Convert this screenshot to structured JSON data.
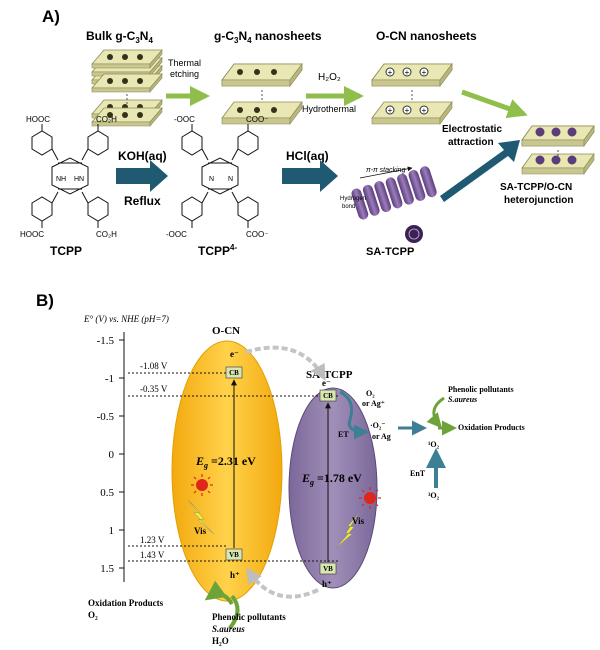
{
  "panelA": {
    "label": "A)",
    "stages": {
      "bulk": {
        "text": "Bulk g-C",
        "sub1": "3",
        "mid": "N",
        "sub2": "4"
      },
      "nanosheets": {
        "text": "g-C",
        "sub1": "3",
        "mid": "N",
        "sub2": "4",
        "tail": " nanosheets"
      },
      "ocn": "O-CN nanosheets"
    },
    "steps": {
      "thermal1": "Thermal",
      "thermal2": "etching",
      "h2o2": "H₂O₂",
      "hydrothermal": "Hydrothermal",
      "koh": "KOH(aq)",
      "reflux": "Reflux",
      "hcl": "HCl(aq)",
      "electrostatic1": "Electrostatic",
      "electrostatic2": "attraction"
    },
    "molecules": {
      "tcpp": "TCPP",
      "tcpp4_base": "TCPP",
      "tcpp4_sup": "4-",
      "cooh": "CO₂H",
      "hooc": "HOOC",
      "coo_minus": "COO⁻",
      "ooc_minus": "-OOC",
      "nh": "NH",
      "hn": "HN",
      "n": "N"
    },
    "satcpp": {
      "label": "SA-TCPP",
      "stacking": "π-π stacking",
      "hbond1": "Hydrogen",
      "hbond2": "bond"
    },
    "product1": "SA-TCPP/O-CN",
    "product2": "heterojunction"
  },
  "panelB": {
    "label": "B)",
    "axis_title": "E° (V) vs. NHE (pH=7)",
    "ticks": [
      "-1.5",
      "-1",
      "-0.5",
      "0",
      "0.5",
      "1",
      "1.5"
    ],
    "ocn": {
      "name": "O-CN",
      "cb_potential": "-1.08 V",
      "vb_potential": "1.43 V",
      "h2o_potential": "1.23 V",
      "gap_E": "E",
      "gap_sub": "g",
      "gap_value": " =2.31 eV",
      "cb": "CB",
      "vb": "VB",
      "electron": "e⁻",
      "hole": "h⁺",
      "vis": "Vis"
    },
    "satcpp": {
      "name": "SA-TCPP",
      "cb_potential": "-0.35 V",
      "gap_E": "E",
      "gap_sub": "g",
      "gap_value": " =1.78 eV",
      "cb": "CB",
      "vb": "VB",
      "electron": "e⁻",
      "hole": "h⁺",
      "vis": "Vis",
      "et": "ET"
    },
    "species": {
      "o2_top": "O₂",
      "or_ag_plus": "or Ag⁺",
      "superoxide": "·O₂⁻",
      "or_ag": "or Ag",
      "singlet_o2": "¹O₂",
      "triplet_o2": "³O₂",
      "ent": "EnT"
    },
    "right_labels": {
      "phenolic": "Phenolic pollutants",
      "saureus": "S.aureus",
      "oxidation": "Oxidation Products"
    },
    "bottom_left": {
      "oxidation": "Oxidation Products",
      "o2": "O₂"
    },
    "bottom_mid": {
      "phenolic": "Phenolic pollutants",
      "saureus": "S.aureus",
      "h2o": "H₂O"
    }
  },
  "colors": {
    "green_arrow": "#8fbf4a",
    "blue_arrow": "#1f5a72",
    "ocn_fill": "#f6b91a",
    "satcpp_fill": "#8b77a6",
    "sheet_fill": "#e9e7b4",
    "band_box": "#d8e6b0",
    "teal_arrow": "#3d7f94"
  }
}
